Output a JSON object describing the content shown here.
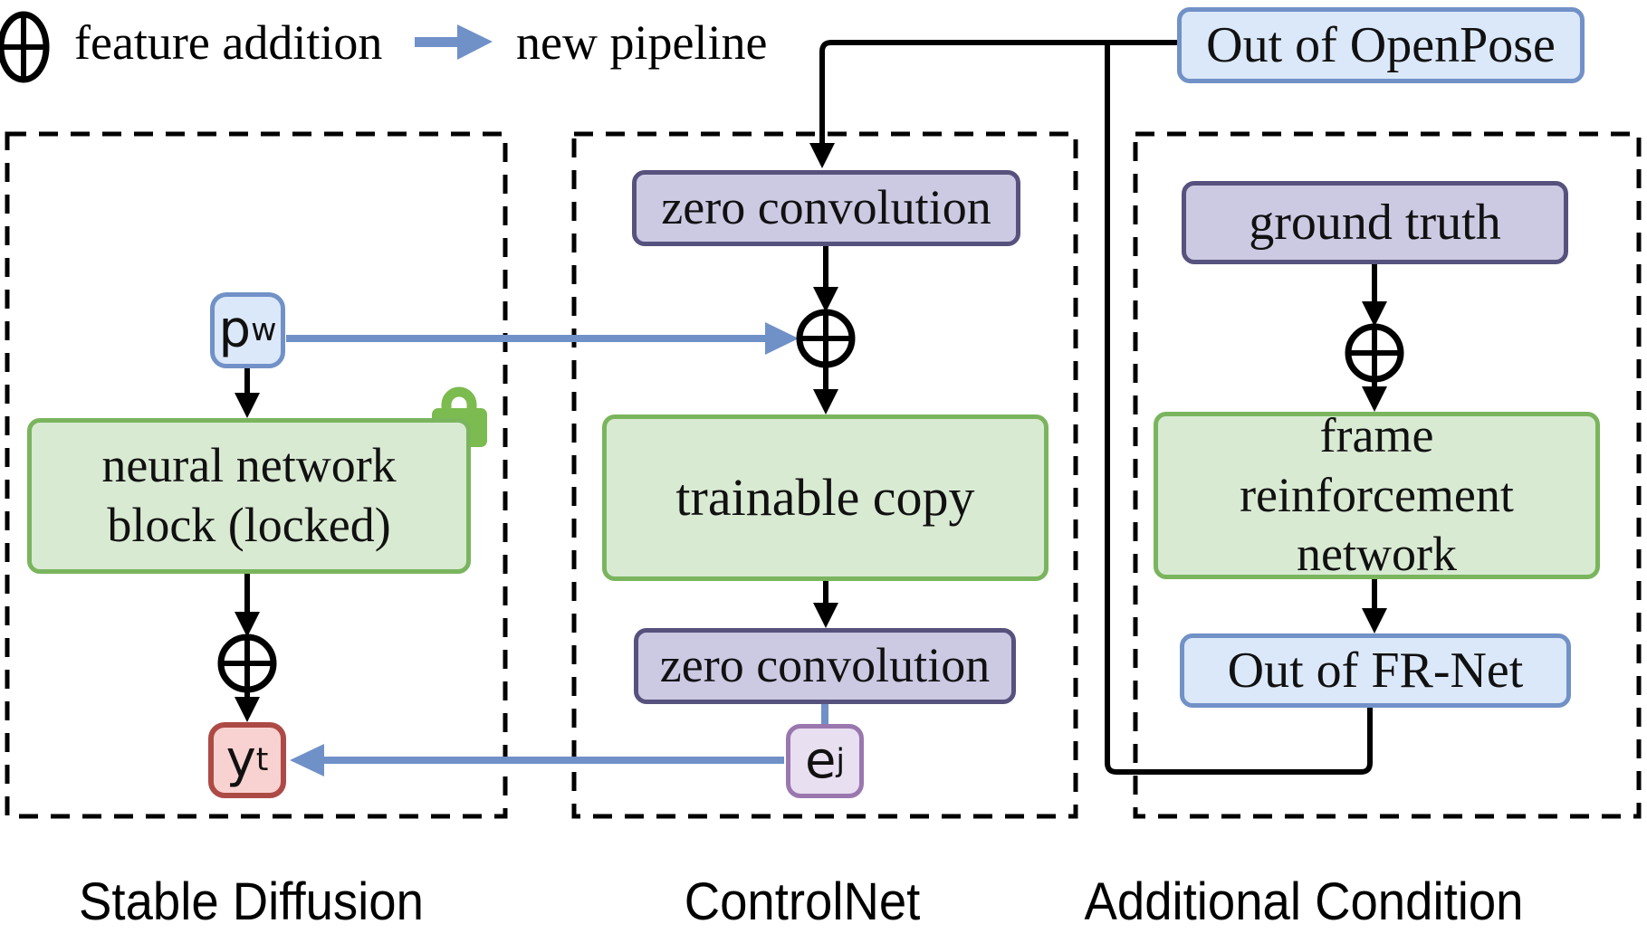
{
  "legend": {
    "plus_icon": "plus-circle-icon",
    "plus_label": "feature addition",
    "arrow_icon": "new-pipeline-arrow-icon",
    "arrow_label": "new pipeline"
  },
  "columns": [
    {
      "id": "stable-diffusion",
      "label": "Stable Diffusion"
    },
    {
      "id": "controlnet",
      "label": "ControlNet"
    },
    {
      "id": "additional-condition",
      "label": "Additional Condition"
    }
  ],
  "nodes": {
    "openpose": {
      "label": "Out of OpenPose"
    },
    "zero_conv_top": {
      "label": "zero convolution"
    },
    "trainable_copy": {
      "label": "trainable copy"
    },
    "zero_conv_bottom": {
      "label": "zero convolution"
    },
    "ej": {
      "base": "e",
      "sub": "j"
    },
    "pw": {
      "base": "p",
      "sub": "w"
    },
    "nn_block": {
      "label": "neural network block (locked)"
    },
    "yt": {
      "base": "y",
      "sub": "t"
    },
    "ground_truth": {
      "label": "ground truth"
    },
    "fr_net": {
      "label": "frame reinforcement network"
    },
    "out_frnet": {
      "label": "Out of FR-Net"
    }
  },
  "icons": {
    "lock": "lock-icon",
    "feature_addition": "plus-circle-icon",
    "new_pipeline": "new-pipeline-arrow-icon"
  },
  "colors": {
    "blue_fill": "#dbe8fa",
    "blue_border": "#7191c7",
    "purple_fill": "#ccc9e3",
    "purple_border": "#56527d",
    "green_fill": "#d9ead3",
    "green_border": "#7ab55e",
    "pink_fill": "#f8d2d0",
    "pink_border": "#ad4a46",
    "lavender_fill": "#e8dff1",
    "lavender_border": "#9a77ae",
    "lock_green": "#7cbb4f",
    "pipeline_blue": "#7091c8",
    "line_black": "#000000"
  }
}
